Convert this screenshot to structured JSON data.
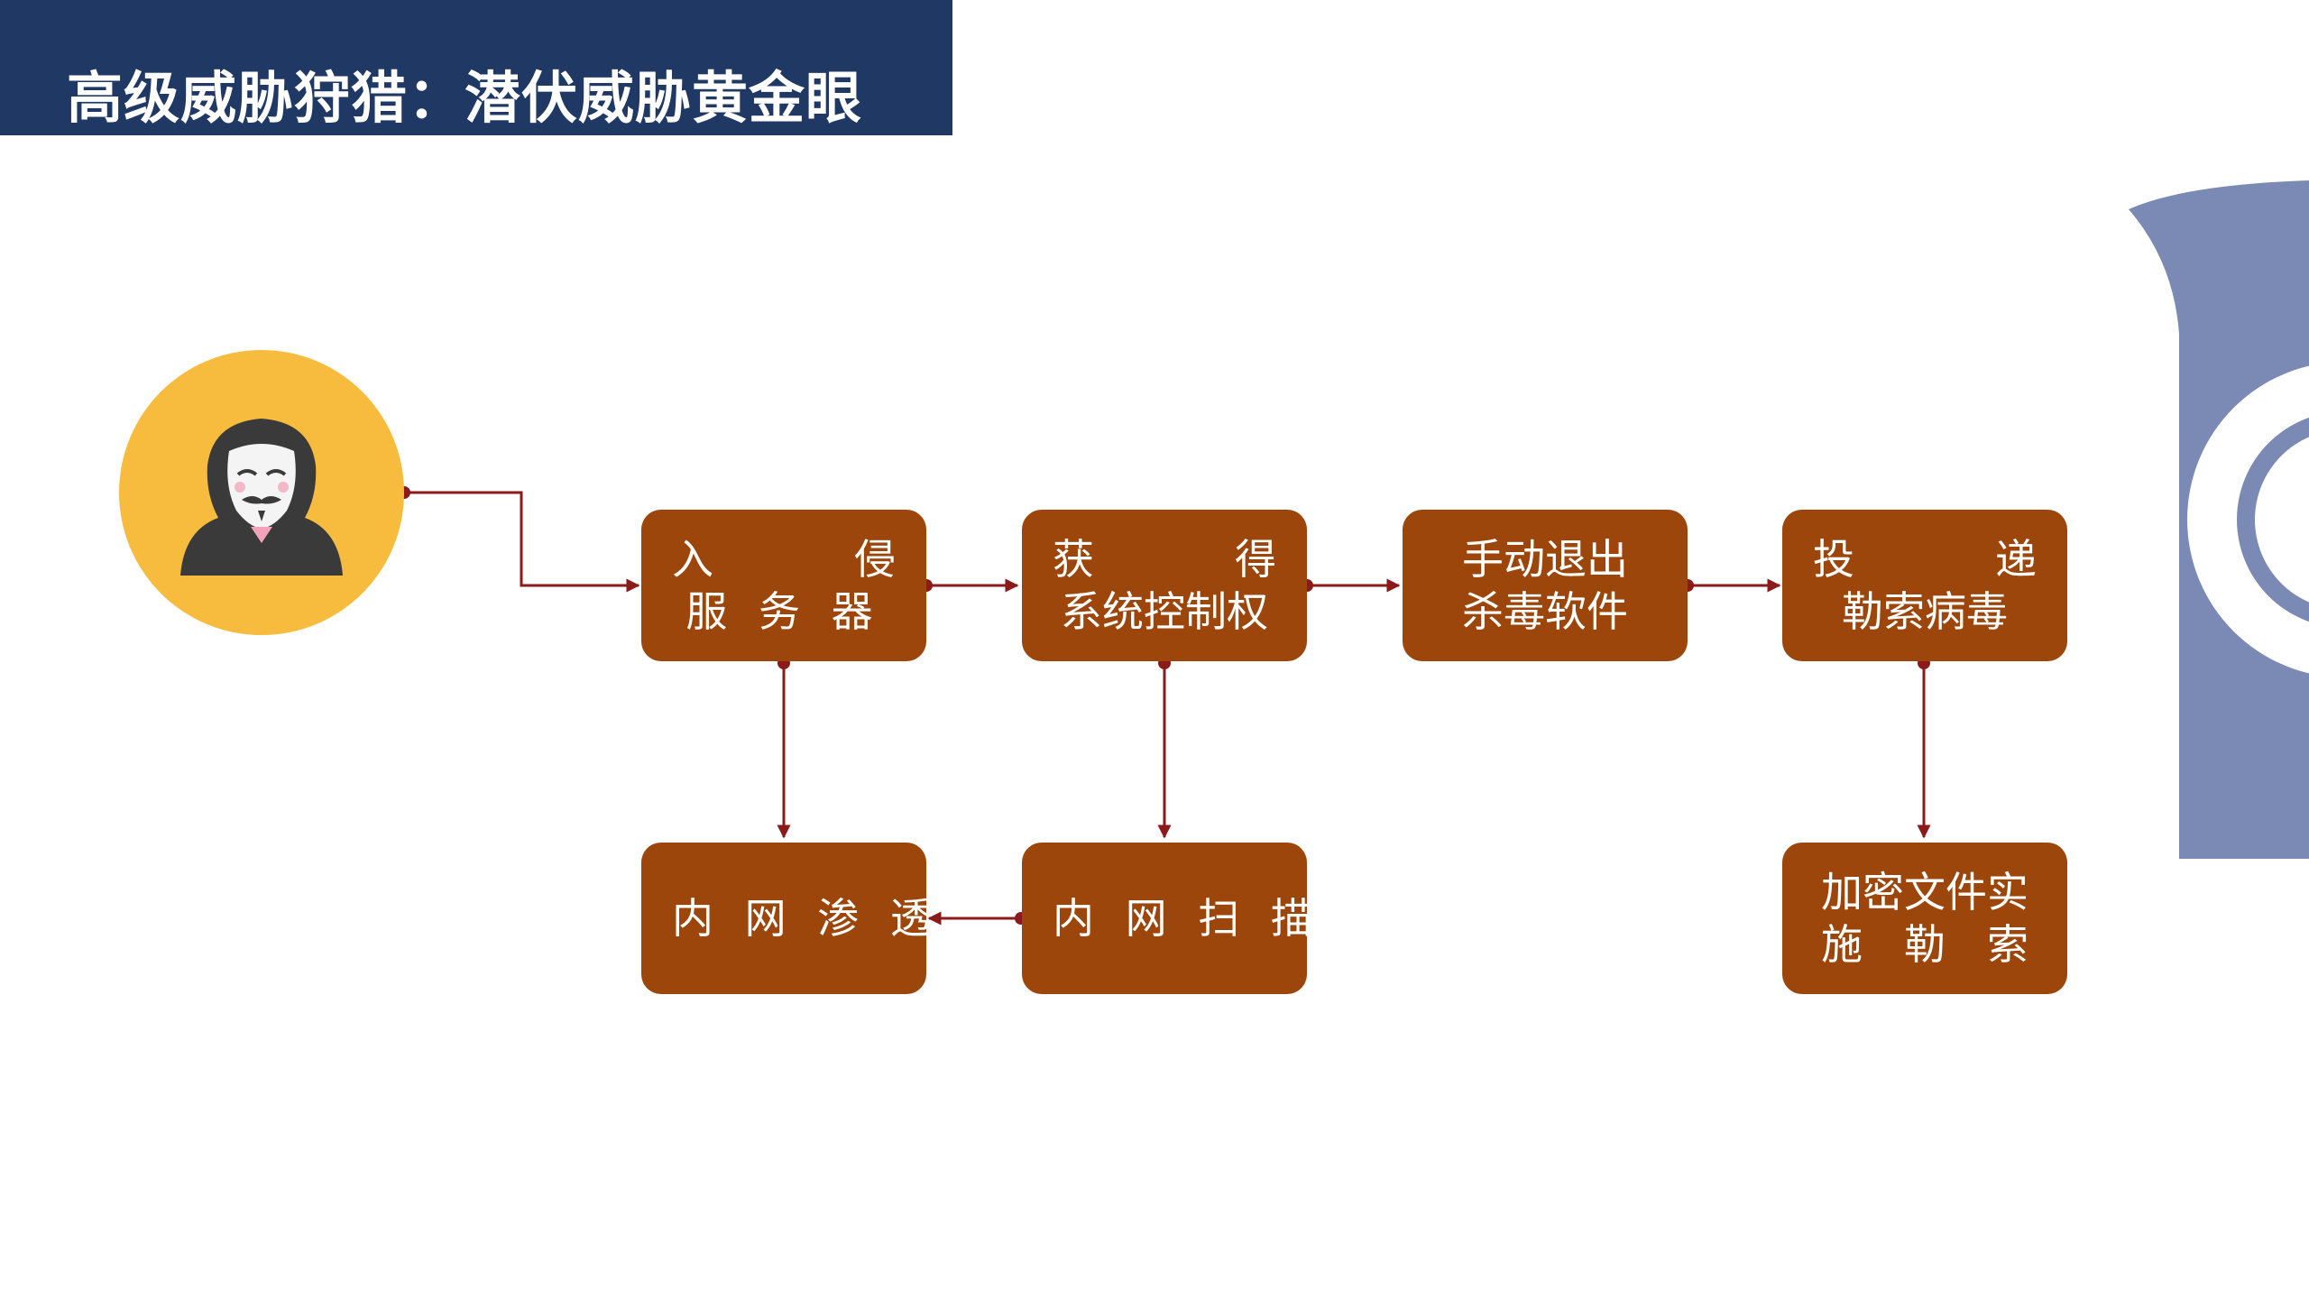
{
  "title": "高级威胁狩猎：潜伏威胁黄金眼",
  "colors": {
    "title_bg": "#1f3864",
    "box_fill": "#9c460c",
    "box_text": "#ffffff",
    "connector": "#8b1a1a",
    "avatar_bg": "#f7bb3d",
    "decoration": "#7b8ab4"
  },
  "avatar": {
    "icon": "hacker-mask-icon"
  },
  "nodes": {
    "invade": {
      "line1": "入　　侵",
      "line2": "服 务 器"
    },
    "gain_control": {
      "line1": "获　　　得",
      "line2": "系统控制权"
    },
    "exit_av": {
      "line1": "手动退出",
      "line2": "杀毒软件"
    },
    "deliver": {
      "line1": "投　　递",
      "line2": "勒索病毒"
    },
    "lateral": {
      "line1": "内 网 渗 透"
    },
    "scan": {
      "line1": "内 网 扫 描"
    },
    "encrypt": {
      "line1": "加密文件实",
      "line2": "施　勒　索"
    }
  }
}
